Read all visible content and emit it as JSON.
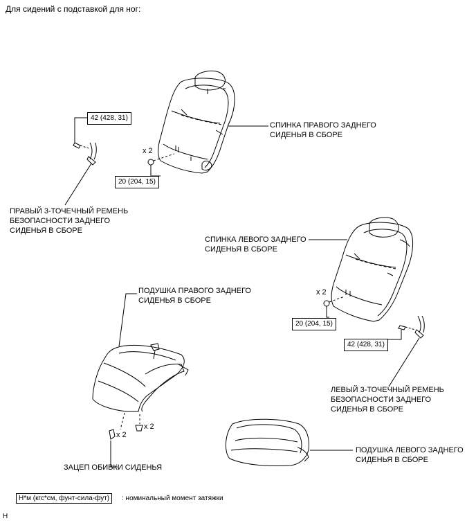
{
  "title": "Для сидений с подставкой для ног:",
  "labels": {
    "right_back": [
      "СПИНКА ПРАВОГО ЗАДНЕГО",
      "СИДЕНЬЯ В СБОРЕ"
    ],
    "right_belt": [
      "ПРАВЫЙ 3-ТОЧЕЧНЫЙ РЕМЕНЬ",
      "БЕЗОПАСНОСТИ ЗАДНЕГО",
      "СИДЕНЬЯ В СБОРЕ"
    ],
    "left_back": [
      "СПИНКА ЛЕВОГО ЗАДНЕГО",
      "СИДЕНЬЯ В СБОРЕ"
    ],
    "right_cushion": [
      "ПОДУШКА ПРАВОГО ЗАДНЕГО",
      "СИДЕНЬЯ В СБОРЕ"
    ],
    "left_belt": [
      "ЛЕВЫЙ 3-ТОЧЕЧНЫЙ РЕМЕНЬ",
      "БЕЗОПАСНОСТИ ЗАДНЕГО",
      "СИДЕНЬЯ В СБОРЕ"
    ],
    "left_cushion": [
      "ПОДУШКА ЛЕВОГО ЗАДНЕГО",
      "СИДЕНЬЯ В СБОРЕ"
    ],
    "hook": "ЗАЦЕП ОБИВКИ СИДЕНЬЯ"
  },
  "torque_boxes": {
    "right_belt": "42 (428, 31)",
    "right_back": "20 (204, 15)",
    "left_back": "20 (204, 15)",
    "left_belt": "42 (428, 31)"
  },
  "multipliers": {
    "right_back": "x 2",
    "left_back": "x 2",
    "hook_left": "x 2",
    "hook_right": "x 2"
  },
  "legend": {
    "box": "Н*м (кгс*см, фунт-сила-фут)",
    "text": ": номинальный момент затяжки"
  },
  "corner_code": "H"
}
